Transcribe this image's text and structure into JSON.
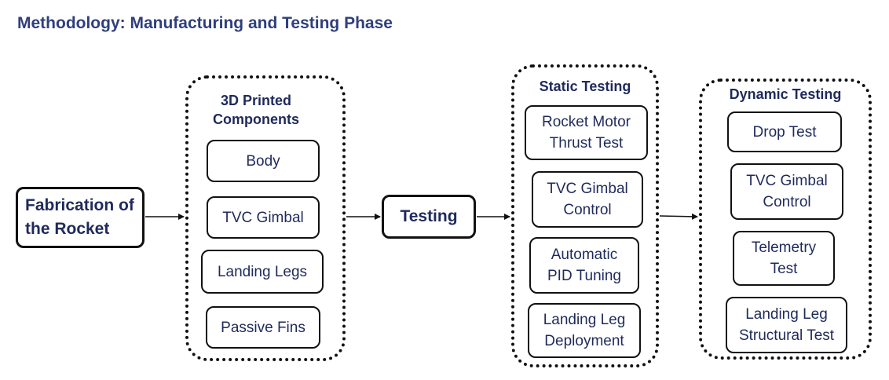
{
  "title": "Methodology: Manufacturing and Testing Phase",
  "fabrication": "Fabrication of\nthe Rocket",
  "testing": "Testing",
  "groups": {
    "printed": {
      "title": "3D Printed\nComponents",
      "items": [
        "Body",
        "TVC Gimbal",
        "Landing Legs",
        "Passive Fins"
      ]
    },
    "static": {
      "title": "Static Testing",
      "items": [
        "Rocket Motor\nThrust Test",
        "TVC Gimbal\nControl",
        "Automatic\nPID Tuning",
        "Landing Leg\nDeployment"
      ]
    },
    "dynamic": {
      "title": "Dynamic Testing",
      "items": [
        "Drop Test",
        "TVC Gimbal\nControl",
        "Telemetry\nTest",
        "Landing Leg\nStructural Test"
      ]
    }
  },
  "colors": {
    "title": "#2f3f7d",
    "text": "#1f2a5c",
    "border": "#111111"
  }
}
